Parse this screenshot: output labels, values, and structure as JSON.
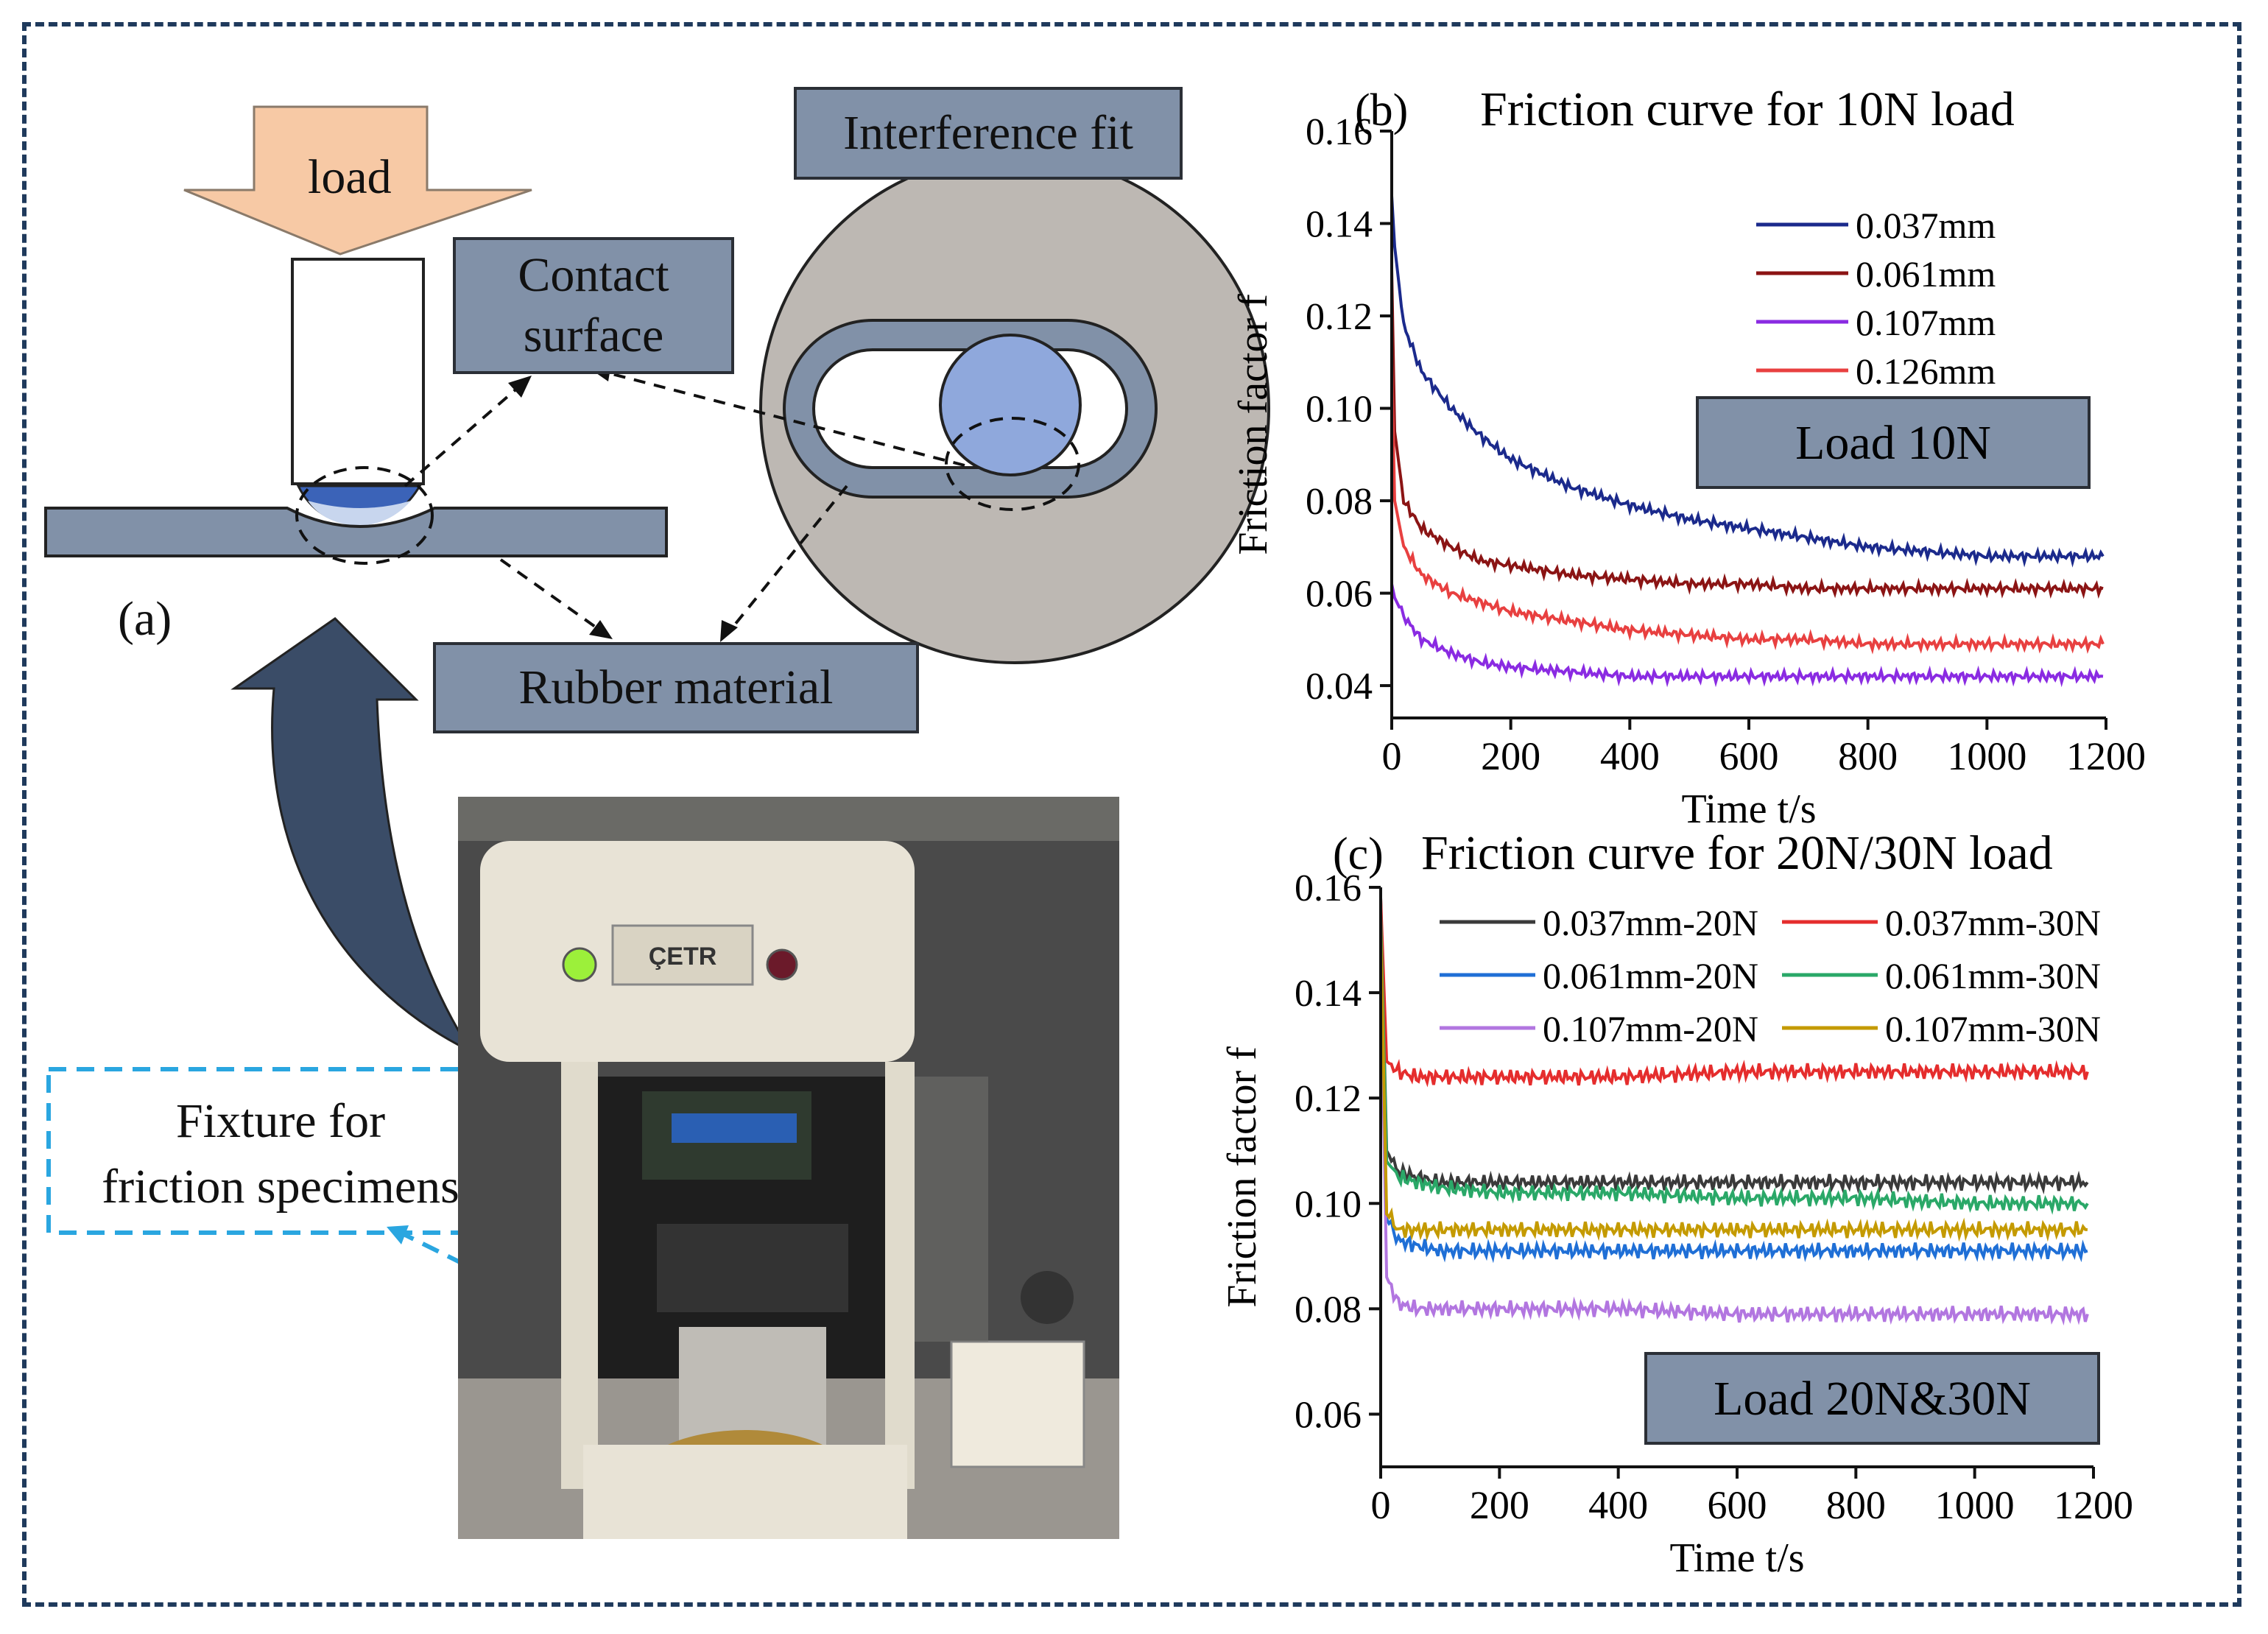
{
  "panel_a": {
    "label": "(a)",
    "load_label": "load",
    "contact_surface_label": "Contact\nsurface",
    "interference_fit_label": "Interference fit",
    "rubber_material_label": "Rubber material",
    "fixture_label": "Fixture for\nfriction specimens",
    "photo_text": "ÇETR"
  },
  "colors": {
    "label_box": "#8191a8",
    "frame": "#1f3a5c",
    "load_arrow": "#f7c9a5",
    "big_arrow": "#3a4c67",
    "fixture_dash": "#2aa6e0"
  },
  "chart_data": [
    {
      "type": "line",
      "panel": "(b)",
      "title": "Friction curve for 10N load",
      "xlabel": "Time t/s",
      "ylabel": "Friction factor f",
      "xlim": [
        0,
        1200
      ],
      "ylim": [
        0.033,
        0.16
      ],
      "xticks": [
        0,
        200,
        400,
        600,
        800,
        1000,
        1200
      ],
      "yticks": [
        0.04,
        0.06,
        0.08,
        0.1,
        0.12,
        0.14,
        0.16
      ],
      "ytick_labels": [
        "0.04",
        "0.06",
        "0.08",
        "0.10",
        "0.12",
        "0.14",
        "0.16"
      ],
      "legend_position": "top-right",
      "annotation": "Load 10N",
      "series": [
        {
          "name": "0.037mm",
          "color": "#1b2a8c",
          "x": [
            0,
            5,
            20,
            50,
            100,
            150,
            200,
            300,
            400,
            500,
            600,
            700,
            800,
            900,
            1000,
            1100,
            1195
          ],
          "y": [
            0.146,
            0.135,
            0.118,
            0.108,
            0.1,
            0.094,
            0.089,
            0.083,
            0.079,
            0.076,
            0.074,
            0.072,
            0.07,
            0.069,
            0.068,
            0.068,
            0.068
          ]
        },
        {
          "name": "0.061mm",
          "color": "#8b1414",
          "x": [
            0,
            5,
            20,
            50,
            100,
            150,
            200,
            300,
            400,
            500,
            600,
            700,
            800,
            900,
            1000,
            1100,
            1195
          ],
          "y": [
            0.13,
            0.095,
            0.08,
            0.074,
            0.07,
            0.067,
            0.066,
            0.064,
            0.063,
            0.062,
            0.062,
            0.061,
            0.061,
            0.061,
            0.061,
            0.061,
            0.061
          ]
        },
        {
          "name": "0.107mm",
          "color": "#8a2be2",
          "x": [
            0,
            5,
            20,
            50,
            100,
            150,
            200,
            300,
            400,
            500,
            600,
            700,
            800,
            900,
            1000,
            1100,
            1195
          ],
          "y": [
            0.062,
            0.059,
            0.055,
            0.05,
            0.047,
            0.045,
            0.044,
            0.043,
            0.042,
            0.042,
            0.042,
            0.042,
            0.042,
            0.042,
            0.042,
            0.042,
            0.042
          ]
        },
        {
          "name": "0.126mm",
          "color": "#e84040",
          "x": [
            0,
            5,
            20,
            50,
            100,
            150,
            200,
            300,
            400,
            500,
            600,
            700,
            800,
            900,
            1000,
            1100,
            1195
          ],
          "y": [
            0.11,
            0.08,
            0.07,
            0.064,
            0.06,
            0.058,
            0.056,
            0.054,
            0.052,
            0.051,
            0.05,
            0.05,
            0.049,
            0.049,
            0.049,
            0.049,
            0.049
          ]
        }
      ]
    },
    {
      "type": "line",
      "panel": "(c)",
      "title": "Friction curve for 20N/30N load",
      "xlabel": "Time t/s",
      "ylabel": "Friction factor f",
      "xlim": [
        0,
        1200
      ],
      "ylim": [
        0.05,
        0.16
      ],
      "xticks": [
        0,
        200,
        400,
        600,
        800,
        1000,
        1200
      ],
      "yticks": [
        0.06,
        0.08,
        0.1,
        0.12,
        0.14,
        0.16
      ],
      "ytick_labels": [
        "0.06",
        "0.08",
        "0.10",
        "0.12",
        "0.14",
        "0.16"
      ],
      "legend_position": "top",
      "annotation": "Load 20N&30N",
      "series": [
        {
          "name": "0.037mm-20N",
          "color": "#3a3a3a",
          "x": [
            0,
            10,
            30,
            60,
            100,
            200,
            400,
            600,
            800,
            1000,
            1190
          ],
          "y": [
            0.158,
            0.11,
            0.106,
            0.105,
            0.104,
            0.104,
            0.104,
            0.104,
            0.104,
            0.104,
            0.104
          ]
        },
        {
          "name": "0.037mm-30N",
          "color": "#e52d2d",
          "x": [
            0,
            10,
            30,
            60,
            100,
            200,
            400,
            600,
            800,
            1000,
            1190
          ],
          "y": [
            0.158,
            0.127,
            0.125,
            0.124,
            0.124,
            0.124,
            0.124,
            0.125,
            0.125,
            0.125,
            0.125
          ]
        },
        {
          "name": "0.061mm-20N",
          "color": "#1f6fd6",
          "x": [
            0,
            10,
            30,
            60,
            100,
            200,
            400,
            600,
            800,
            1000,
            1190
          ],
          "y": [
            0.15,
            0.097,
            0.093,
            0.092,
            0.091,
            0.091,
            0.091,
            0.091,
            0.091,
            0.091,
            0.091
          ]
        },
        {
          "name": "0.061mm-30N",
          "color": "#2aa868",
          "x": [
            0,
            10,
            30,
            60,
            100,
            200,
            400,
            600,
            800,
            1000,
            1190
          ],
          "y": [
            0.155,
            0.108,
            0.105,
            0.104,
            0.103,
            0.102,
            0.102,
            0.101,
            0.101,
            0.1,
            0.1
          ]
        },
        {
          "name": "0.107mm-20N",
          "color": "#b276e0",
          "x": [
            0,
            10,
            30,
            60,
            100,
            200,
            400,
            600,
            800,
            1000,
            1190
          ],
          "y": [
            0.148,
            0.086,
            0.081,
            0.08,
            0.08,
            0.08,
            0.08,
            0.079,
            0.079,
            0.079,
            0.079
          ]
        },
        {
          "name": "0.107mm-30N",
          "color": "#c49a00",
          "x": [
            0,
            10,
            30,
            60,
            100,
            200,
            400,
            600,
            800,
            1000,
            1190
          ],
          "y": [
            0.152,
            0.098,
            0.095,
            0.095,
            0.095,
            0.095,
            0.095,
            0.095,
            0.095,
            0.095,
            0.095
          ]
        }
      ]
    }
  ]
}
